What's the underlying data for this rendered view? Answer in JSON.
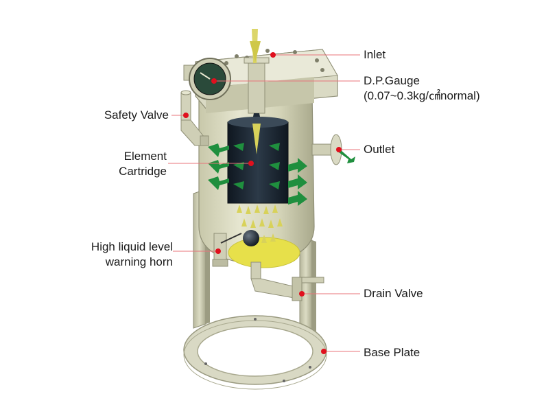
{
  "labels": {
    "inlet": "Inlet",
    "dp_gauge_line1": "D.P.Gauge",
    "dp_gauge_line2": "(0.07~0.3kg/㎠normal)",
    "safety_valve": "Safety Valve",
    "outlet": "Outlet",
    "element_line1": "Element",
    "element_line2": "Cartridge",
    "high_level_line1": "High liquid level",
    "high_level_line2": "warning horn",
    "drain_valve": "Drain Valve",
    "base_plate": "Base Plate"
  },
  "colors": {
    "leader_line": "#e8737a",
    "marker_dot": "#e0101e",
    "vessel_body": "#dcdcc2",
    "vessel_shadow": "#b9b99c",
    "cartridge": "#1e2a36",
    "flow_in": "#d8d25a",
    "flow_out": "#1f8f3e",
    "liquid": "#e7e04a"
  }
}
